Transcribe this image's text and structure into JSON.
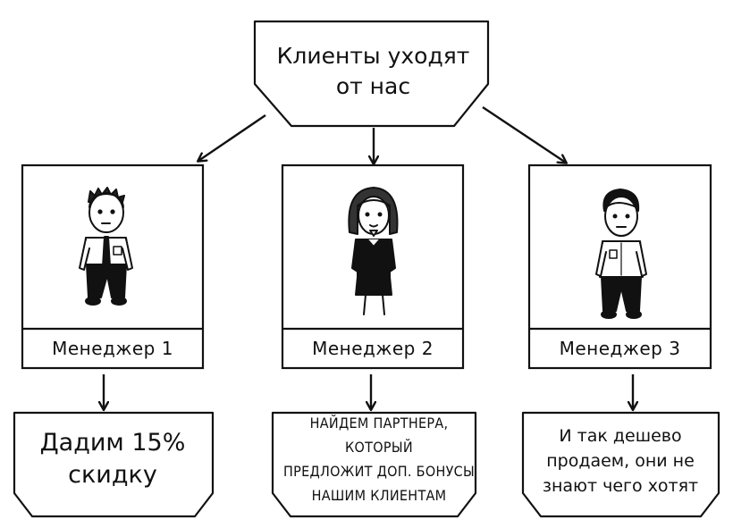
{
  "diagram": {
    "top_node": {
      "text": "Клиенты уходят\nот нас"
    },
    "managers": [
      {
        "label": "Менеджер 1",
        "figure": "man-with-tie-icon"
      },
      {
        "label": "Менеджер 2",
        "figure": "woman-in-suit-icon"
      },
      {
        "label": "Менеджер 3",
        "figure": "man-in-shirt-icon"
      }
    ],
    "outcomes": [
      {
        "text": "Дадим 15%\nскидку"
      },
      {
        "text": "НАЙДЕМ ПАРТНЕРА, КОТОРЫЙ\nПРЕДЛОЖИТ ДОП. БОНУСЫ\nНАШИМ КЛИЕНТАМ"
      },
      {
        "text": "И так дешево\nпродаем, они не\nзнают чего хотят"
      }
    ]
  },
  "colors": {
    "ink": "#111111",
    "background": "#ffffff",
    "skin": "#ffffff"
  }
}
